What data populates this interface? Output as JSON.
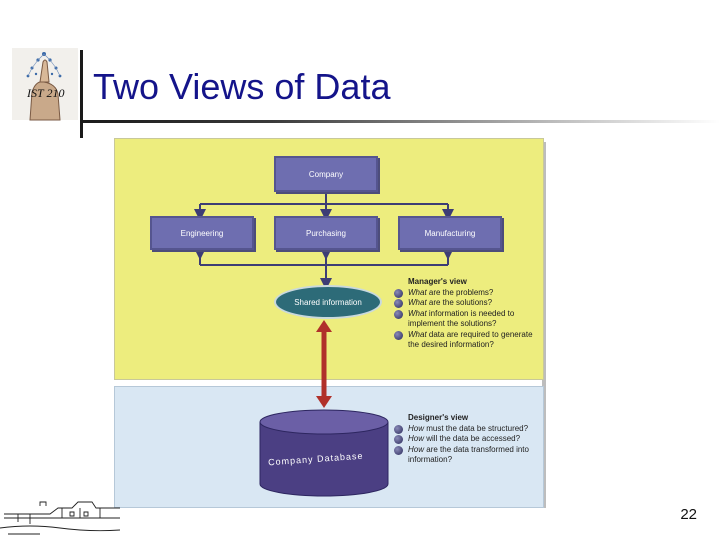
{
  "slide": {
    "title": "Two Views of Data",
    "page_number": "22",
    "logo_text": "IST 210"
  },
  "diagram": {
    "company": "Company",
    "departments": [
      "Engineering",
      "Purchasing",
      "Manufacturing"
    ],
    "shared_info": "Shared information",
    "database": "Company Database",
    "manager_view": {
      "heading": "Manager's view",
      "items": [
        {
          "em": "What",
          "rest": " are the problems?"
        },
        {
          "em": "What",
          "rest": " are the solutions?"
        },
        {
          "em": "What",
          "rest": " information is needed to implement the solutions?"
        },
        {
          "em": "What",
          "rest": " data are required to generate the desired information?"
        }
      ]
    },
    "designer_view": {
      "heading": "Designer's view",
      "items": [
        {
          "em": "How",
          "rest": " must the data be structured?"
        },
        {
          "em": "How",
          "rest": " will the data be accessed?"
        },
        {
          "em": "How",
          "rest": " are the data transformed into information?"
        }
      ]
    },
    "colors": {
      "top_panel": "#eded7e",
      "bottom_panel": "#d9e7f3",
      "box": "#6e6eb0",
      "title": "#14148a",
      "double_arrow": "#b0302a"
    }
  }
}
